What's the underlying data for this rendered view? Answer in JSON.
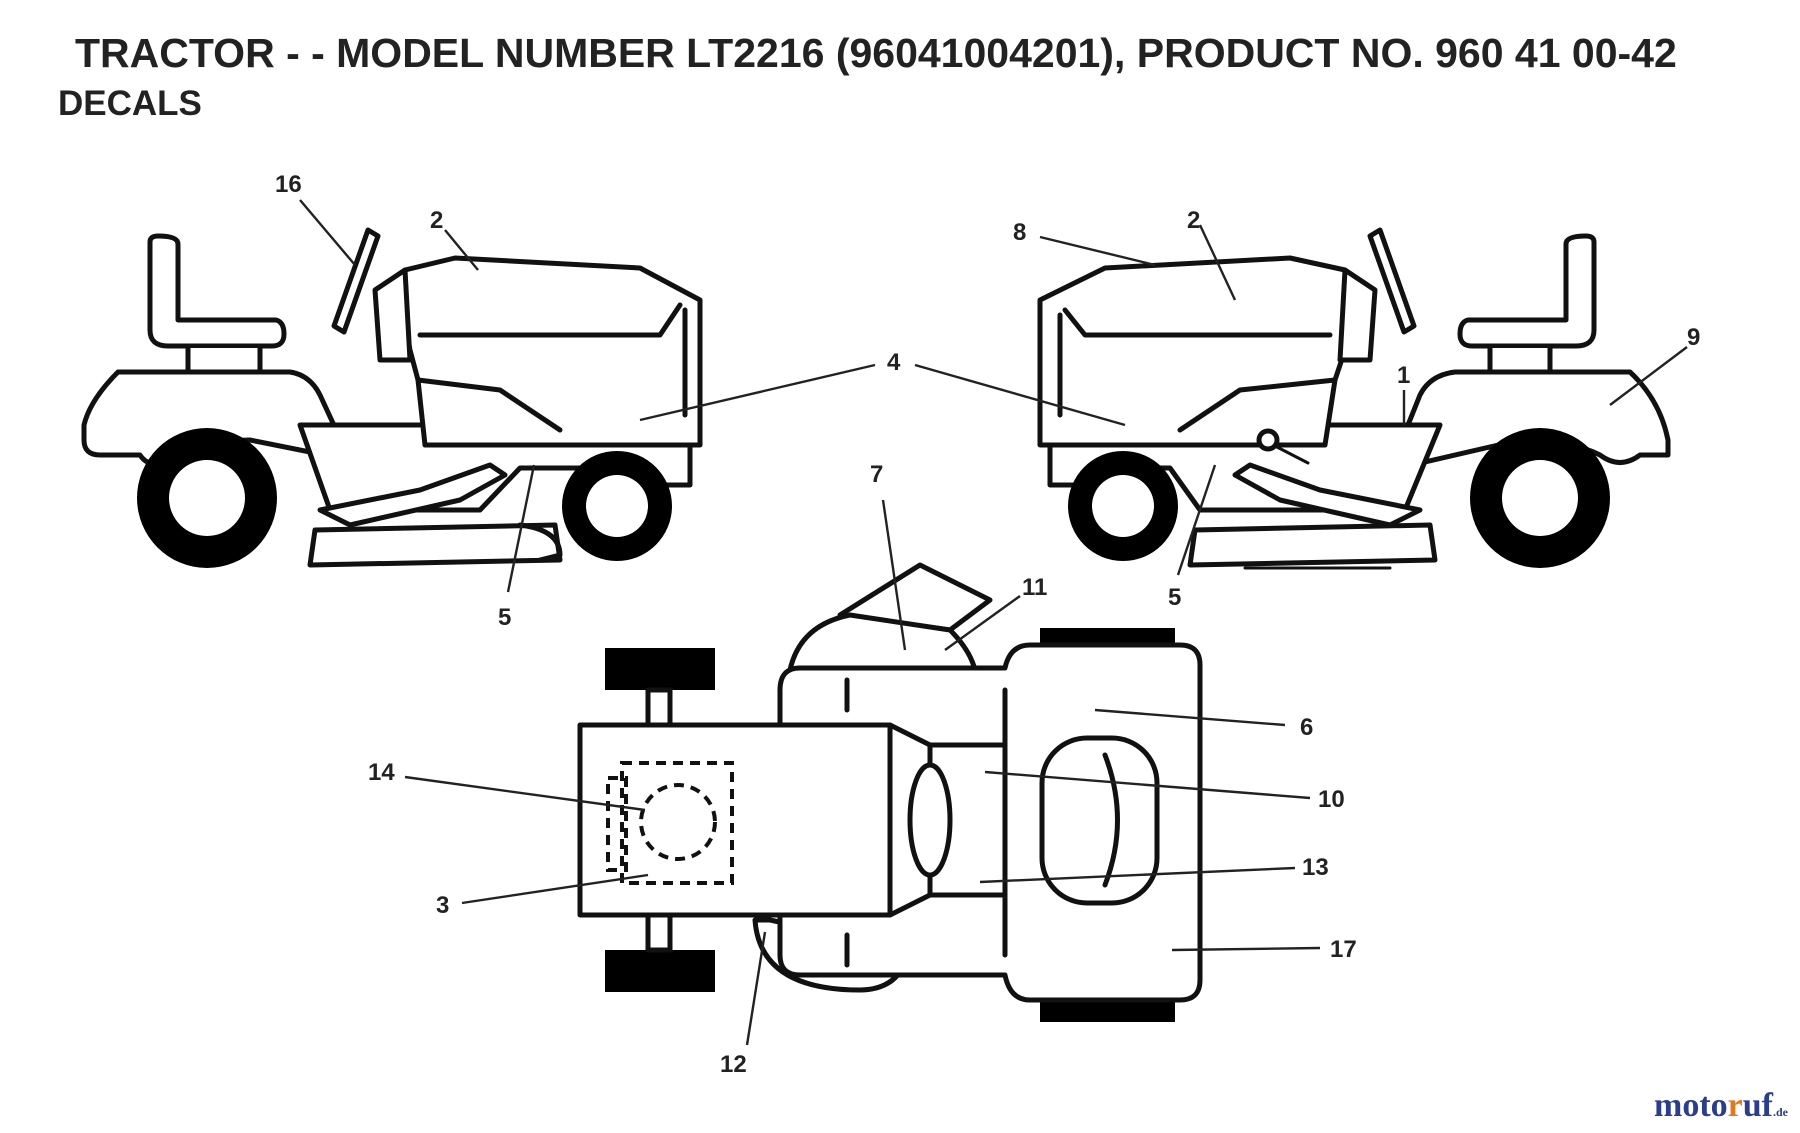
{
  "header": {
    "title": "TRACTOR - - MODEL NUMBER LT2216 (96041004201), PRODUCT NO. 960 41 00-42",
    "subtitle": "DECALS"
  },
  "callouts": {
    "left_16": "16",
    "left_2": "2",
    "left_5": "5",
    "shared_4": "4",
    "right_8": "8",
    "right_2": "2",
    "right_1": "1",
    "right_9": "9",
    "right_5": "5",
    "top_7": "7",
    "top_11": "11",
    "top_6": "6",
    "top_10": "10",
    "top_14": "14",
    "top_13": "13",
    "top_3": "3",
    "top_17": "17",
    "top_12": "12"
  },
  "watermark": {
    "pre": "moto",
    "hl": "r",
    "post": "uf",
    "tld": ".de"
  }
}
